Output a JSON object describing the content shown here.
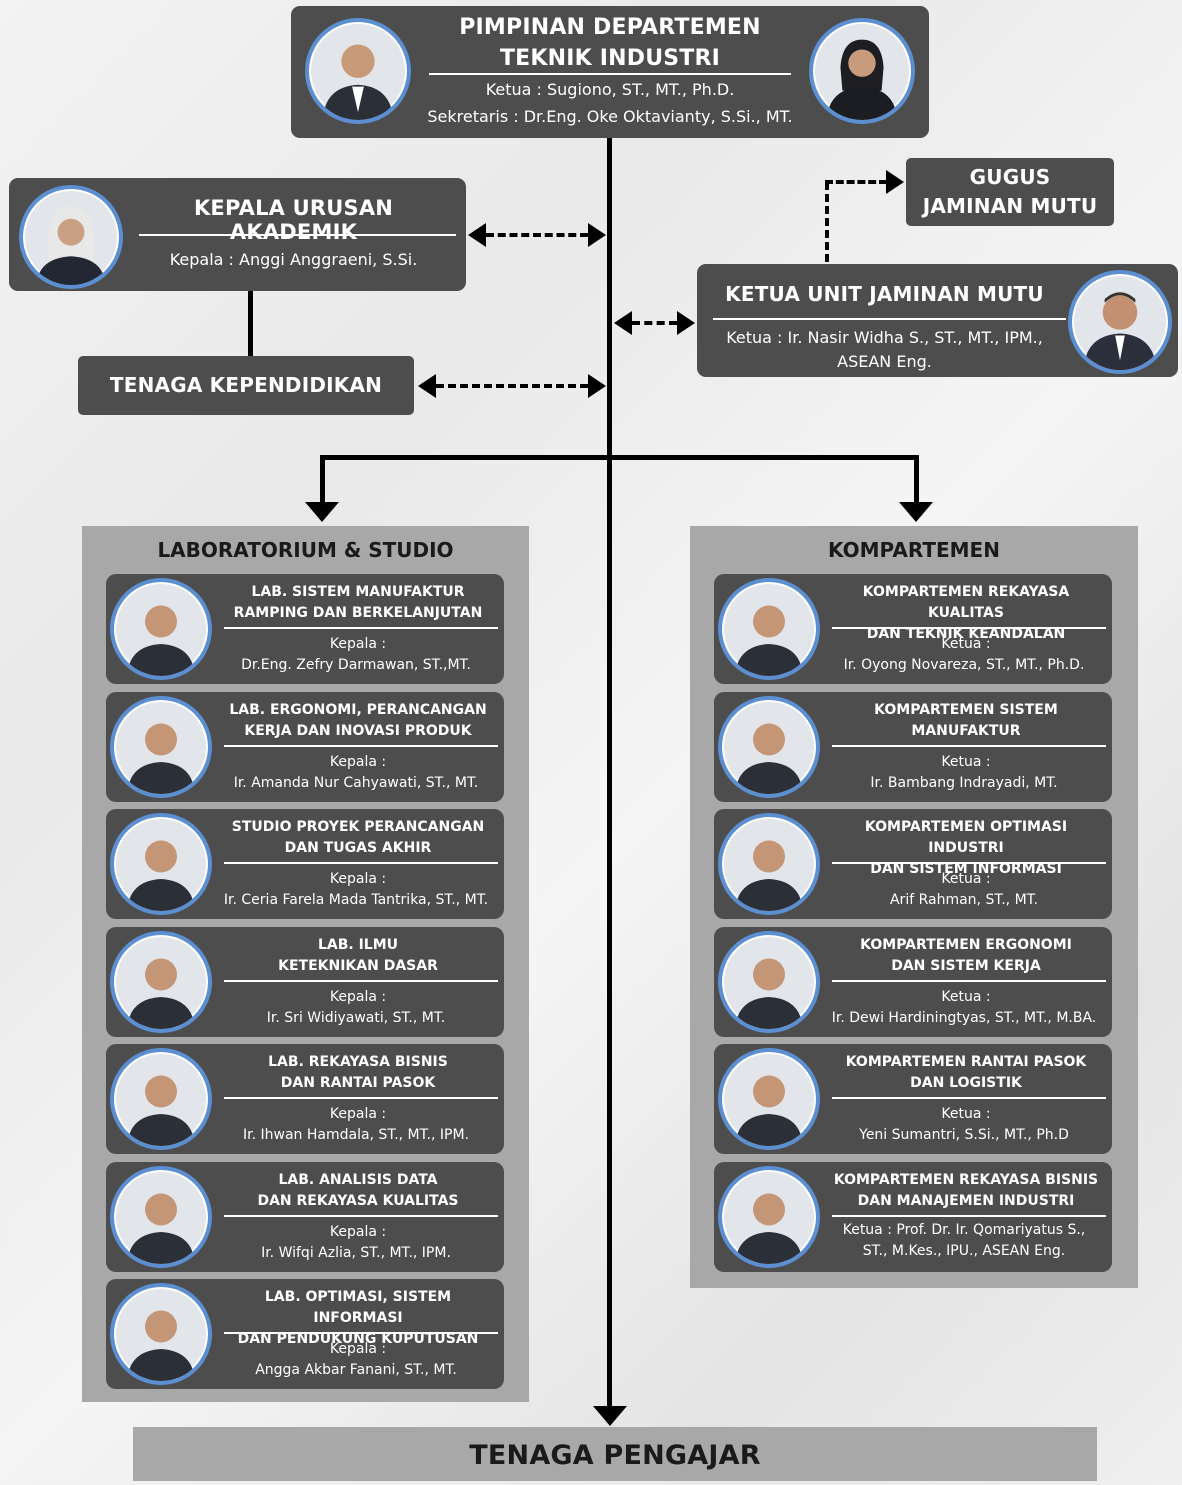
{
  "head": {
    "title": "PIMPINAN DEPARTEMEN\nTEKNIK INDUSTRI",
    "ketua": "Ketua : Sugiono, ST., MT., Ph.D.",
    "sekretaris": "Sekretaris : Dr.Eng. Oke Oktavianty, S.Si., MT."
  },
  "akademik": {
    "title": "KEPALA URUSAN AKADEMIK",
    "person": "Kepala : Anggi Anggraeni, S.Si."
  },
  "tendik": {
    "title": "TENAGA KEPENDIDIKAN"
  },
  "gugus": {
    "title": "GUGUS\nJAMINAN MUTU"
  },
  "ujm": {
    "title": "KETUA UNIT JAMINAN MUTU",
    "person": "Ketua : Ir. Nasir Widha S., ST., MT., IPM.,\nASEAN Eng."
  },
  "labs": {
    "title": "LABORATORIUM & STUDIO",
    "items": [
      {
        "name": "LAB. SISTEM MANUFAKTUR\nRAMPING DAN BERKELANJUTAN",
        "role": "Kepala :",
        "person": "Dr.Eng. Zefry Darmawan, ST.,MT."
      },
      {
        "name": "LAB. ERGONOMI, PERANCANGAN\nKERJA DAN INOVASI PRODUK",
        "role": "Kepala :",
        "person": "Ir. Amanda Nur Cahyawati, ST., MT."
      },
      {
        "name": "STUDIO PROYEK PERANCANGAN\nDAN TUGAS AKHIR",
        "role": "Kepala :",
        "person": "Ir. Ceria Farela Mada Tantrika, ST., MT."
      },
      {
        "name": "LAB. ILMU\nKETEKNIKAN DASAR",
        "role": "Kepala :",
        "person": "Ir. Sri Widiyawati, ST., MT."
      },
      {
        "name": "LAB. REKAYASA BISNIS\nDAN RANTAI PASOK",
        "role": "Kepala :",
        "person": "Ir. Ihwan Hamdala, ST., MT., IPM."
      },
      {
        "name": "LAB. ANALISIS DATA\nDAN REKAYASA KUALITAS",
        "role": "Kepala :",
        "person": "Ir. Wifqi Azlia, ST., MT., IPM."
      },
      {
        "name": "LAB. OPTIMASI, SISTEM INFORMASI\nDAN PENDUKUNG KUPUTUSAN",
        "role": "Kepala :",
        "person": "Angga Akbar Fanani, ST., MT."
      }
    ]
  },
  "komp": {
    "title": "KOMPARTEMEN",
    "items": [
      {
        "name": "KOMPARTEMEN REKAYASA KUALITAS\nDAN TEKNIK KEANDALAN",
        "role": "Ketua :",
        "person": "Ir. Oyong Novareza, ST., MT., Ph.D."
      },
      {
        "name": "KOMPARTEMEN SISTEM\nMANUFAKTUR",
        "role": "Ketua :",
        "person": "Ir. Bambang Indrayadi, MT."
      },
      {
        "name": "KOMPARTEMEN OPTIMASI INDUSTRI\nDAN SISTEM INFORMASI",
        "role": "Ketua :",
        "person": "Arif Rahman, ST., MT."
      },
      {
        "name": "KOMPARTEMEN ERGONOMI\nDAN SISTEM KERJA",
        "role": "Ketua :",
        "person": "Ir. Dewi Hardiningtyas, ST., MT., M.BA."
      },
      {
        "name": "KOMPARTEMEN RANTAI PASOK\nDAN LOGISTIK",
        "role": "Ketua :",
        "person": "Yeni Sumantri, S.Si., MT., Ph.D"
      },
      {
        "name": "KOMPARTEMEN REKAYASA BISNIS\nDAN MANAJEMEN INDUSTRI",
        "role": "",
        "person": "Ketua : Prof. Dr. Ir. Qomariyatus S.,\nST., M.Kes., IPU., ASEAN Eng."
      }
    ]
  },
  "pengajar": {
    "title": "TENAGA PENGAJAR"
  },
  "colors": {
    "box": "#4d4d4d",
    "panel": "#a8a8a8",
    "avatar_ring": "#5b8fd1"
  }
}
